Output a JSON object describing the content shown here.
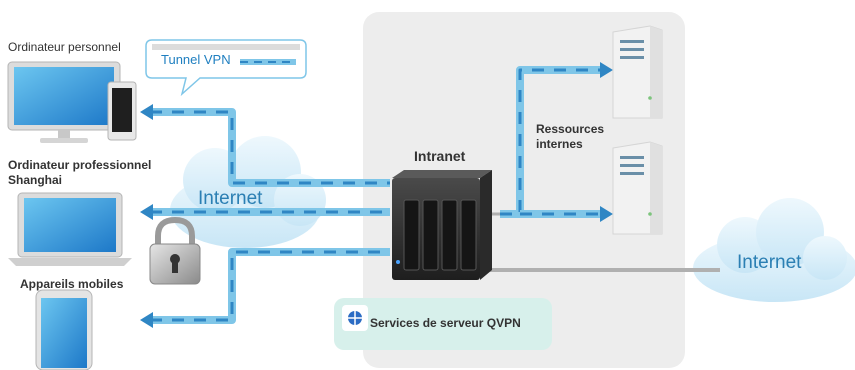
{
  "labels": {
    "ordinateur_personnel": "Ordinateur personnel",
    "tunnel_vpn": "Tunnel VPN",
    "ordinateur_professionnel": "Ordinateur professionnel",
    "shanghai": "Shanghai",
    "internet_left": "Internet",
    "appareils_mobiles": "Appareils mobiles",
    "intranet": "Intranet",
    "ressources": "Ressources",
    "internes": "internes",
    "internet_right": "Internet",
    "services": "Services de serveur QVPN"
  },
  "colors": {
    "tunnel": "#7fc6e8",
    "tunnel_dash": "#2f86c4",
    "panel": "#ededed",
    "cloud": "#d9eef9",
    "service_box": "#d7f0eb"
  }
}
